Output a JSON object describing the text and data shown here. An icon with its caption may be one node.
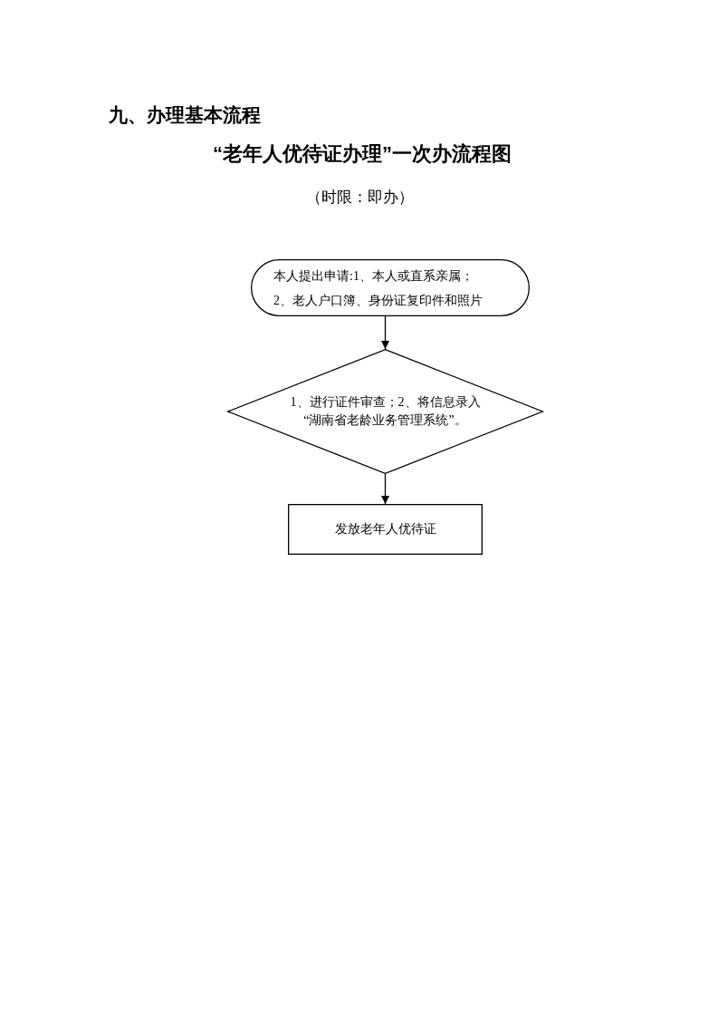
{
  "diagram": {
    "title": "“老年人优待证办理”一次办流程图",
    "nodes": [
      {
        "text": [
          "本人提出申请:1、本人或直系亲属；",
          "2、老人户口簿、身份证复印件和照片"
        ]
      },
      {
        "text": [
          "1、进行证件审查；2、将信息录入“湖南省老龄业务管理系统”。"
        ]
      },
      {
        "text": [
          "发放老年人优待证"
        ]
      }
    ],
    "edges": [
      {
        "from": 0,
        "to": 1,
        "arrow": "to"
      },
      {
        "from": 1,
        "to": 2,
        "arrow": "to"
      }
    ],
    "labels": [
      "九、办理基本流程",
      "（时限：即办）"
    ]
  }
}
